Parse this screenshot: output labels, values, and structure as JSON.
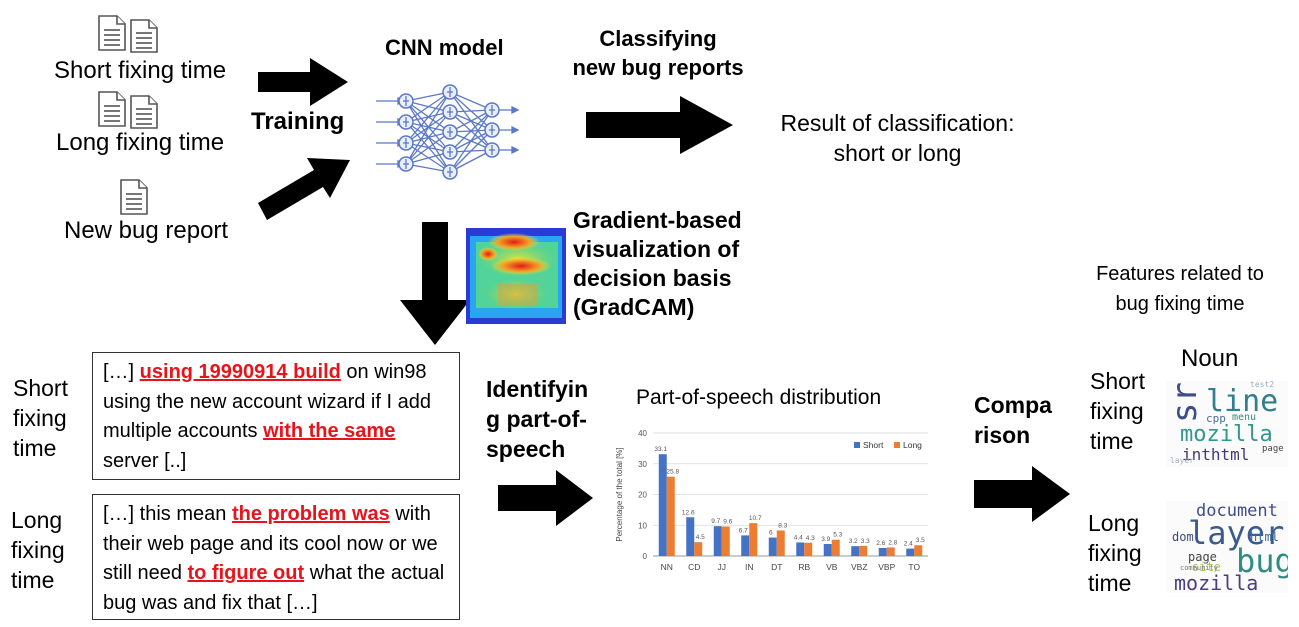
{
  "inputs": {
    "short": "Short fixing time",
    "long": "Long fixing time",
    "new": "New bug report"
  },
  "training_label": "Training",
  "cnn_title": "CNN model",
  "classify_label": [
    "Classifying",
    "new bug reports"
  ],
  "result_label": [
    "Result of classification:",
    "short or long"
  ],
  "gradcam_label": [
    "Gradient-based",
    "visualization of",
    "decision basis",
    "(GradCAM)"
  ],
  "features_label": [
    "Features related to",
    "bug fixing time"
  ],
  "short_label": [
    "Short",
    "fixing",
    "time"
  ],
  "long_label": [
    "Long",
    "fixing",
    "time"
  ],
  "example_short": {
    "t1": "[…] ",
    "h1": "using 19990914 build",
    "t2": " on win98 using the new account wizard if I add multiple accounts ",
    "h2": "with the same ",
    "t3": "server [..]"
  },
  "example_long": {
    "t1": "[…] this mean ",
    "h1": "the problem was",
    "t2": " with their web page and its cool now or we still need ",
    "h2": "to figure out",
    "t3": " what the actual bug was and fix that […]"
  },
  "identify_label": [
    "Identifyin",
    "g part-of-",
    "speech"
  ],
  "compare_label": [
    "Compa",
    "rison"
  ],
  "noun_title": "Noun",
  "wordcloud_short": [
    "src",
    "line",
    "mozilla",
    "inthtml",
    "cpp",
    "menu",
    "page",
    "test2",
    "layer"
  ],
  "wordcloud_long": [
    "document",
    "layer",
    "bug",
    "mozilla",
    "page",
    "html",
    "dom",
    "site",
    "community"
  ],
  "chart_data": {
    "type": "bar",
    "title": "Part-of-speech distribution",
    "ylabel": "Percentage of the total [%]",
    "xlabel": "",
    "categories": [
      "NN",
      "CD",
      "JJ",
      "IN",
      "DT",
      "RB",
      "VB",
      "VBZ",
      "VBP",
      "TO"
    ],
    "series": [
      {
        "name": "Short",
        "color": "#4472c4",
        "values": [
          33.1,
          12.6,
          9.7,
          6.7,
          6,
          4.4,
          3.9,
          3.2,
          2.6,
          2.4
        ],
        "labels": [
          "33.1",
          "12.6",
          "9.7",
          "6.7",
          "6",
          "4.4",
          "3.9",
          "3.2",
          "2.6",
          "2.4"
        ]
      },
      {
        "name": "Long",
        "color": "#ed7d31",
        "values": [
          25.8,
          4.5,
          9.6,
          10.7,
          8.3,
          4.3,
          5.3,
          3.3,
          2.8,
          3.5
        ],
        "labels": [
          "25.8",
          "4.5",
          "9.6",
          "10.7",
          "8.3",
          "4.3",
          "5.3",
          "3.3",
          "2.8",
          "3.5"
        ]
      }
    ],
    "ylim": [
      0,
      40
    ],
    "yticks": [
      "0",
      "10",
      "20",
      "30",
      "40"
    ],
    "grid": true,
    "legend_position": "top-right"
  }
}
